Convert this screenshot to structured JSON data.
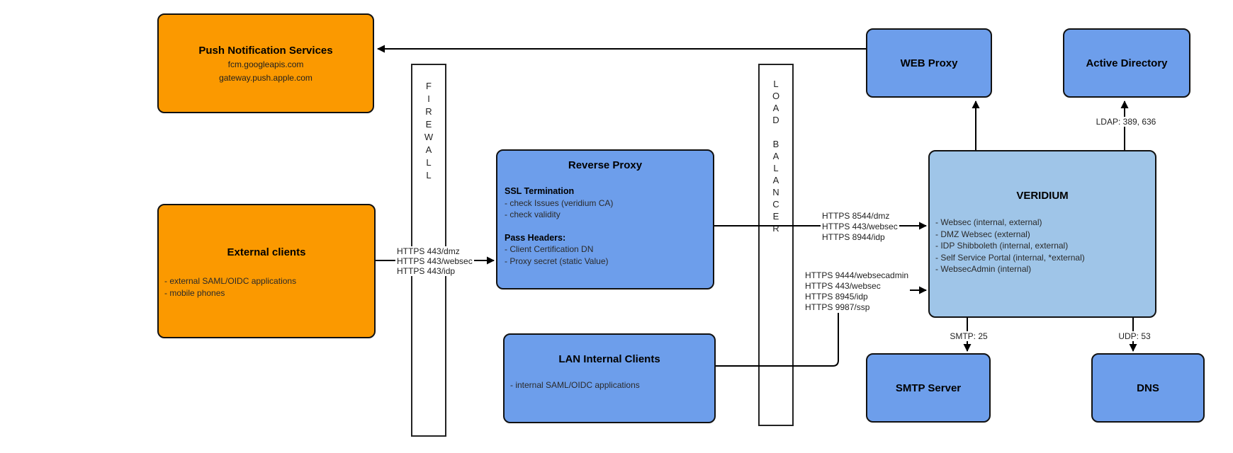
{
  "colors": {
    "orange": "#FB9900",
    "blue": "#6D9EEB",
    "light_blue": "#9FC5E8",
    "line": "#000000"
  },
  "nodes": {
    "push": {
      "title": "Push Notification Services",
      "lines": [
        "fcm.googleapis.com",
        "gateway.push.apple.com"
      ]
    },
    "external": {
      "title": "External clients",
      "items": [
        "- external SAML/OIDC applications",
        "- mobile phones"
      ]
    },
    "firewall": {
      "label": "FIREWALL"
    },
    "reverse_proxy": {
      "title": "Reverse Proxy",
      "sections": [
        {
          "heading": "SSL Termination",
          "items": [
            "- check Issues (veridium CA)",
            "- check validity"
          ]
        },
        {
          "heading": "Pass Headers:",
          "items": [
            "- Client Certification DN",
            "- Proxy secret (static Value)"
          ]
        }
      ]
    },
    "lan": {
      "title": "LAN Internal Clients",
      "items": [
        "- internal SAML/OIDC applications"
      ]
    },
    "load_balancer": {
      "label": "LOAD BALANCER"
    },
    "web_proxy": {
      "title": "WEB Proxy"
    },
    "active_directory": {
      "title": "Active Directory"
    },
    "veridium": {
      "title": "VERIDIUM",
      "items": [
        "- Websec (internal, external)",
        "- DMZ Websec (external)",
        "- IDP Shibboleth (internal, external)",
        "- Self Service Portal (internal, *external)",
        "- WebsecAdmin (internal)"
      ]
    },
    "smtp": {
      "title": "SMTP Server"
    },
    "dns": {
      "title": "DNS"
    }
  },
  "edge_labels": {
    "external_to_rp": [
      "HTTPS 443/dmz",
      "HTTPS 443/websec",
      "HTTPS 443/idp"
    ],
    "rp_to_veridium": [
      "HTTPS 8544/dmz",
      "HTTPS 443/websec",
      "HTTPS 8944/idp"
    ],
    "lan_to_veridium": [
      "HTTPS 9444/websecadmin",
      "HTTPS 443/websec",
      "HTTPS 8945/idp",
      "HTTPS 9987/ssp"
    ],
    "veridium_to_ad": "LDAP: 389, 636",
    "veridium_to_smtp": "SMTP: 25",
    "veridium_to_dns": "UDP: 53"
  }
}
